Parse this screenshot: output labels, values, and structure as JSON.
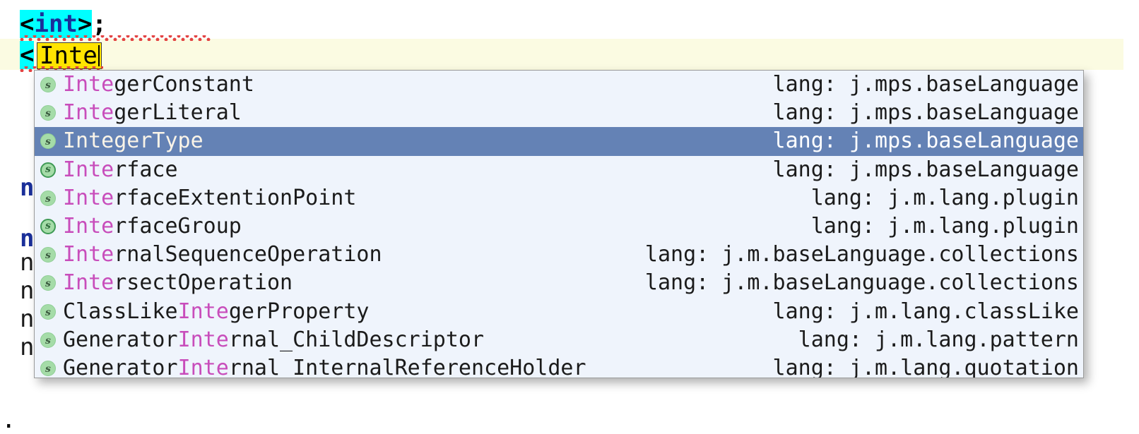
{
  "editor": {
    "line1": {
      "open": "<",
      "keyword": "int",
      "close": ">",
      "semicolon": ";"
    },
    "line2": {
      "open": "<",
      "editing_value": "Inte"
    },
    "background_fragments": [
      "n",
      "n",
      "n",
      "n",
      "n",
      "n"
    ],
    "bottom_mark": ".",
    "colors": {
      "cell_highlight": "#00ffff",
      "keyword": "#1a2f99",
      "edit_cell_background": "#ffe400",
      "current_line_band": "#fbfbe2",
      "error_squiggle": "#e34242"
    }
  },
  "completion_popup": {
    "selected_index": 2,
    "match_prefix": "Inte",
    "colors": {
      "background": "#eff4fc",
      "selection": "#6482b5",
      "match_text": "#c84dbb",
      "border": "#9a9a9a"
    },
    "items": [
      {
        "icon": "concept-icon",
        "name_before": "",
        "name_match": "Inte",
        "name_after": "gerConstant",
        "lang": "lang: j.mps.baseLanguage"
      },
      {
        "icon": "concept-icon",
        "name_before": "",
        "name_match": "Inte",
        "name_after": "gerLiteral",
        "lang": "lang: j.mps.baseLanguage"
      },
      {
        "icon": "concept-icon",
        "name_before": "",
        "name_match": "Inte",
        "name_after": "gerType",
        "lang": "lang: j.mps.baseLanguage"
      },
      {
        "icon": "interface-concept-icon",
        "name_before": "",
        "name_match": "Inte",
        "name_after": "rface",
        "lang": "lang: j.mps.baseLanguage"
      },
      {
        "icon": "concept-icon",
        "name_before": "",
        "name_match": "Inte",
        "name_after": "rfaceExtentionPoint",
        "lang": "lang: j.m.lang.plugin"
      },
      {
        "icon": "interface-concept-icon",
        "name_before": "",
        "name_match": "Inte",
        "name_after": "rfaceGroup",
        "lang": "lang: j.m.lang.plugin"
      },
      {
        "icon": "concept-icon",
        "name_before": "",
        "name_match": "Inte",
        "name_after": "rnalSequenceOperation",
        "lang": "lang: j.m.baseLanguage.collections"
      },
      {
        "icon": "concept-icon",
        "name_before": "",
        "name_match": "Inte",
        "name_after": "rsectOperation",
        "lang": "lang: j.m.baseLanguage.collections"
      },
      {
        "icon": "concept-icon",
        "name_before": "ClassLike",
        "name_match": "Inte",
        "name_after": "gerProperty",
        "lang": "lang: j.m.lang.classLike"
      },
      {
        "icon": "concept-icon",
        "name_before": "Generator",
        "name_match": "Inte",
        "name_after": "rnal_ChildDescriptor",
        "lang": "lang: j.m.lang.pattern"
      },
      {
        "icon": "concept-icon",
        "name_before": "Generator",
        "name_match": "Inte",
        "name_after": "rnal_InternalReferenceHolder",
        "lang": "lang: j.m.lang.quotation"
      }
    ]
  }
}
